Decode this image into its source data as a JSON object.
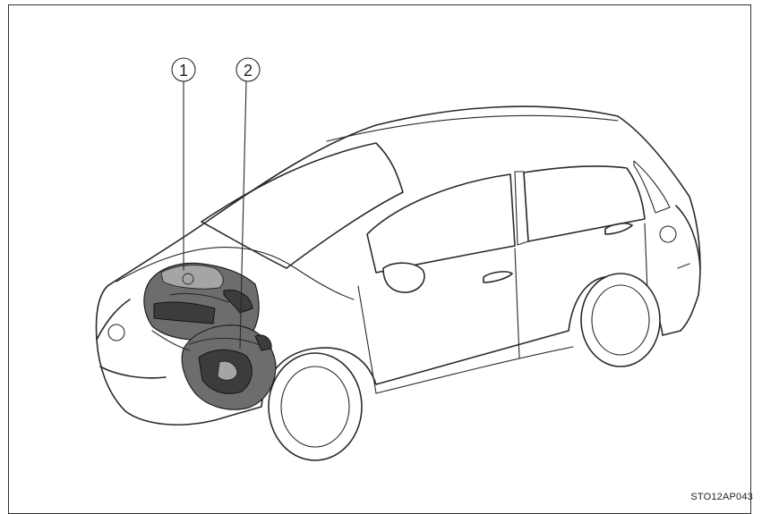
{
  "figure": {
    "callouts": [
      {
        "number": "1",
        "target": "engine"
      },
      {
        "number": "2",
        "target": "transmission"
      }
    ],
    "figure_code": "STO12AP043"
  }
}
